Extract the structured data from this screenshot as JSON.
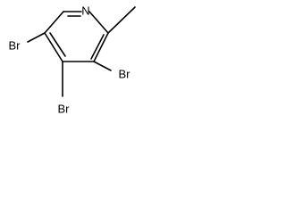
{
  "molecule": {
    "atoms": {
      "nitrogen": "N",
      "bromine_top_left": "Br",
      "bromine_right": "Br",
      "bromine_bottom": "Br"
    },
    "colors": {
      "bond": "#000000",
      "text": "#000000",
      "background": "#ffffff"
    }
  }
}
